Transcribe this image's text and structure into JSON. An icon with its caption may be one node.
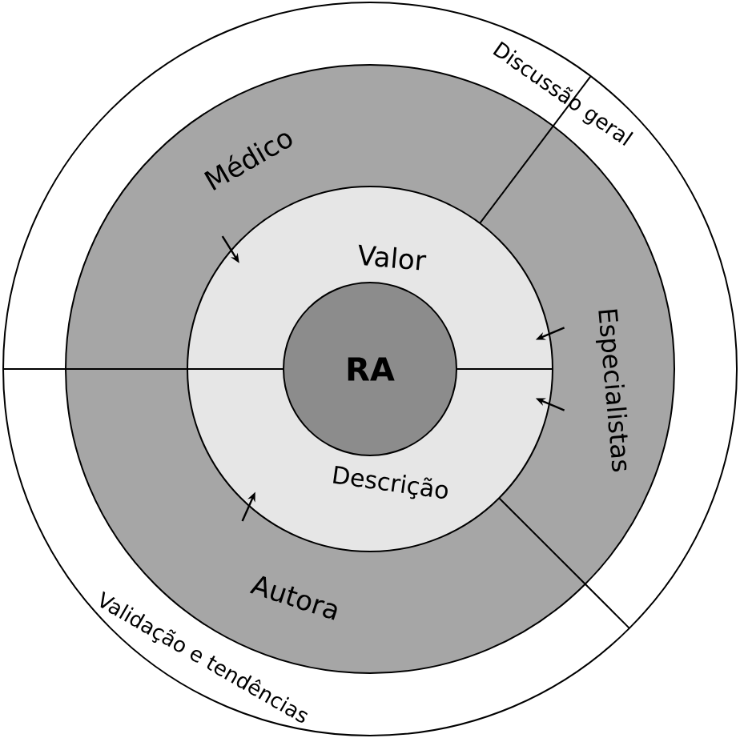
{
  "diagram": {
    "nodes": [
      {
        "text": [
          "Discussão geral",
          "Validação e tendências"
        ]
      },
      {
        "text": [
          "Médico"
        ],
        "in": 0
      },
      {
        "text": [
          "Especialistas"
        ],
        "in": 0
      },
      {
        "text": [
          "Autora"
        ],
        "in": 0
      },
      {
        "text": [
          "Valor"
        ],
        "in": 0
      },
      {
        "text": [
          "Descrição"
        ],
        "in": 0
      },
      {
        "text": [
          "RA"
        ],
        "in": 0
      }
    ]
  }
}
